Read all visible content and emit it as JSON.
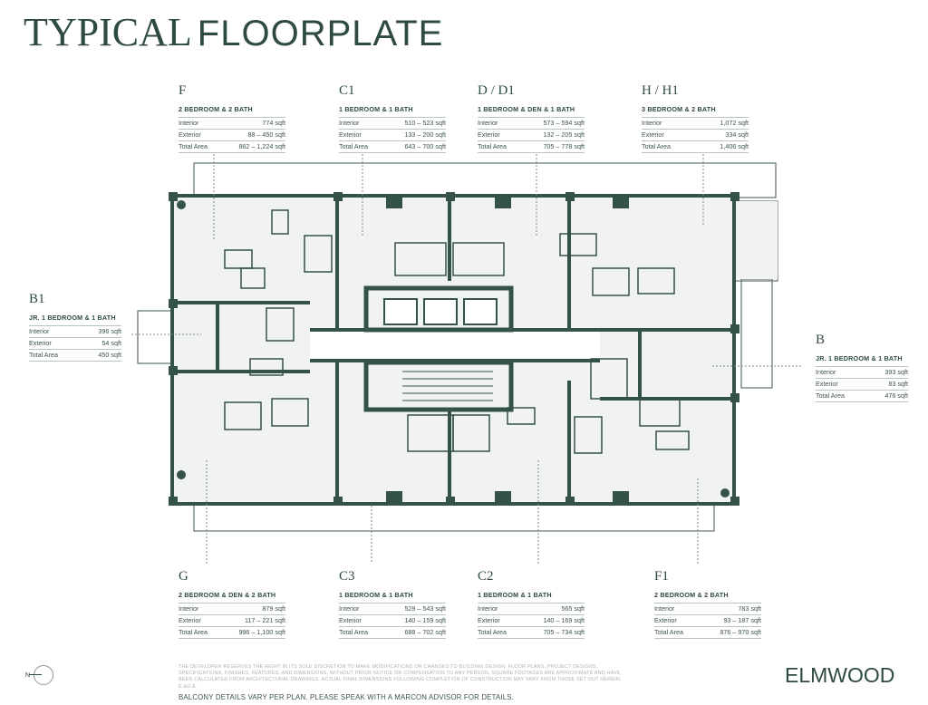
{
  "header": {
    "title_serif": "TYPICAL",
    "title_sans": "FLOORPLATE"
  },
  "units": [
    {
      "id": "F",
      "code": "F",
      "type": "2 BEDROOM & 2 BATH",
      "rows": [
        [
          "Interior",
          "774 sqft"
        ],
        [
          "Exterior",
          "88 – 450 sqft"
        ],
        [
          "Total Area",
          "862 – 1,224 sqft"
        ]
      ]
    },
    {
      "id": "C1",
      "code": "C1",
      "type": "1 BEDROOM & 1 BATH",
      "rows": [
        [
          "Interior",
          "510 – 523 sqft"
        ],
        [
          "Exterior",
          "133 – 200 sqft"
        ],
        [
          "Total Area",
          "643 – 700 sqft"
        ]
      ]
    },
    {
      "id": "D",
      "code": "D / D1",
      "type": "1 BEDROOM & DEN & 1 BATH",
      "rows": [
        [
          "Interior",
          "573 – 594 sqft"
        ],
        [
          "Exterior",
          "132 – 205 sqft"
        ],
        [
          "Total Area",
          "705 – 778 sqft"
        ]
      ]
    },
    {
      "id": "H",
      "code": "H / H1",
      "type": "3 BEDROOM & 2 BATH",
      "rows": [
        [
          "Interior",
          "1,072 sqft"
        ],
        [
          "Exterior",
          "334 sqft"
        ],
        [
          "Total Area",
          "1,406 sqft"
        ]
      ]
    },
    {
      "id": "B1",
      "code": "B1",
      "type": "JR. 1 BEDROOM & 1 BATH",
      "rows": [
        [
          "Interior",
          "396 sqft"
        ],
        [
          "Exterior",
          "54 sqft"
        ],
        [
          "Total Area",
          "450 sqft"
        ]
      ]
    },
    {
      "id": "B",
      "code": "B",
      "type": "JR. 1 BEDROOM & 1 BATH",
      "rows": [
        [
          "Interior",
          "393 sqft"
        ],
        [
          "Exterior",
          "83 sqft"
        ],
        [
          "Total Area",
          "476 sqft"
        ]
      ]
    },
    {
      "id": "G",
      "code": "G",
      "type": "2 BEDROOM & DEN & 2 BATH",
      "rows": [
        [
          "Interior",
          "879 sqft"
        ],
        [
          "Exterior",
          "117 – 221 sqft"
        ],
        [
          "Total Area",
          "996 – 1,100 sqft"
        ]
      ]
    },
    {
      "id": "C3",
      "code": "C3",
      "type": "1 BEDROOM & 1 BATH",
      "rows": [
        [
          "Interior",
          "529 – 543 sqft"
        ],
        [
          "Exterior",
          "140 – 159 sqft"
        ],
        [
          "Total Area",
          "688 – 702 sqft"
        ]
      ]
    },
    {
      "id": "C2",
      "code": "C2",
      "type": "1 BEDROOM & 1 BATH",
      "rows": [
        [
          "Interior",
          "565 sqft"
        ],
        [
          "Exterior",
          "140 – 169 sqft"
        ],
        [
          "Total Area",
          "705 – 734 sqft"
        ]
      ]
    },
    {
      "id": "F1",
      "code": "F1",
      "type": "2 BEDROOM & 2 BATH",
      "rows": [
        [
          "Interior",
          "783 sqft"
        ],
        [
          "Exterior",
          "93 – 187 sqft"
        ],
        [
          "Total Area",
          "876 – 970 sqft"
        ]
      ]
    }
  ],
  "footer": {
    "north_label": "N",
    "disclaimer": "THE DEVELOPER RESERVES THE RIGHT IN ITS SOLE DISCRETION TO MAKE MODIFICATIONS OR CHANGES TO BUILDING DESIGN, FLOOR PLANS, PROJECT DESIGNS, SPECIFICATIONS, FINISHES, FEATURES, AND DIMENSIONS, WITHOUT PRIOR NOTICE OR COMPENSATION TO ANY PERSON. SQUARE FOOTAGES ARE APPROXIMATE AND HAVE BEEN CALCULATED FROM ARCHITECTURAL DRAWINGS. ACTUAL FINAL DIMENSIONS FOLLOWING COMPLETION OF CONSTRUCTION MAY VARY FROM THOSE SET OUT HEREIN. E.&O.E.",
    "balcony_note": "BALCONY DETAILS VARY PER PLAN. PLEASE SPEAK WITH A MARCON ADVISOR FOR DETAILS.",
    "brand": "ELMWOOD"
  },
  "colors": {
    "wall": "#34514a",
    "floor": "#f1f2f2",
    "accent": "#2f4a44",
    "leader": "#7d8b88"
  }
}
